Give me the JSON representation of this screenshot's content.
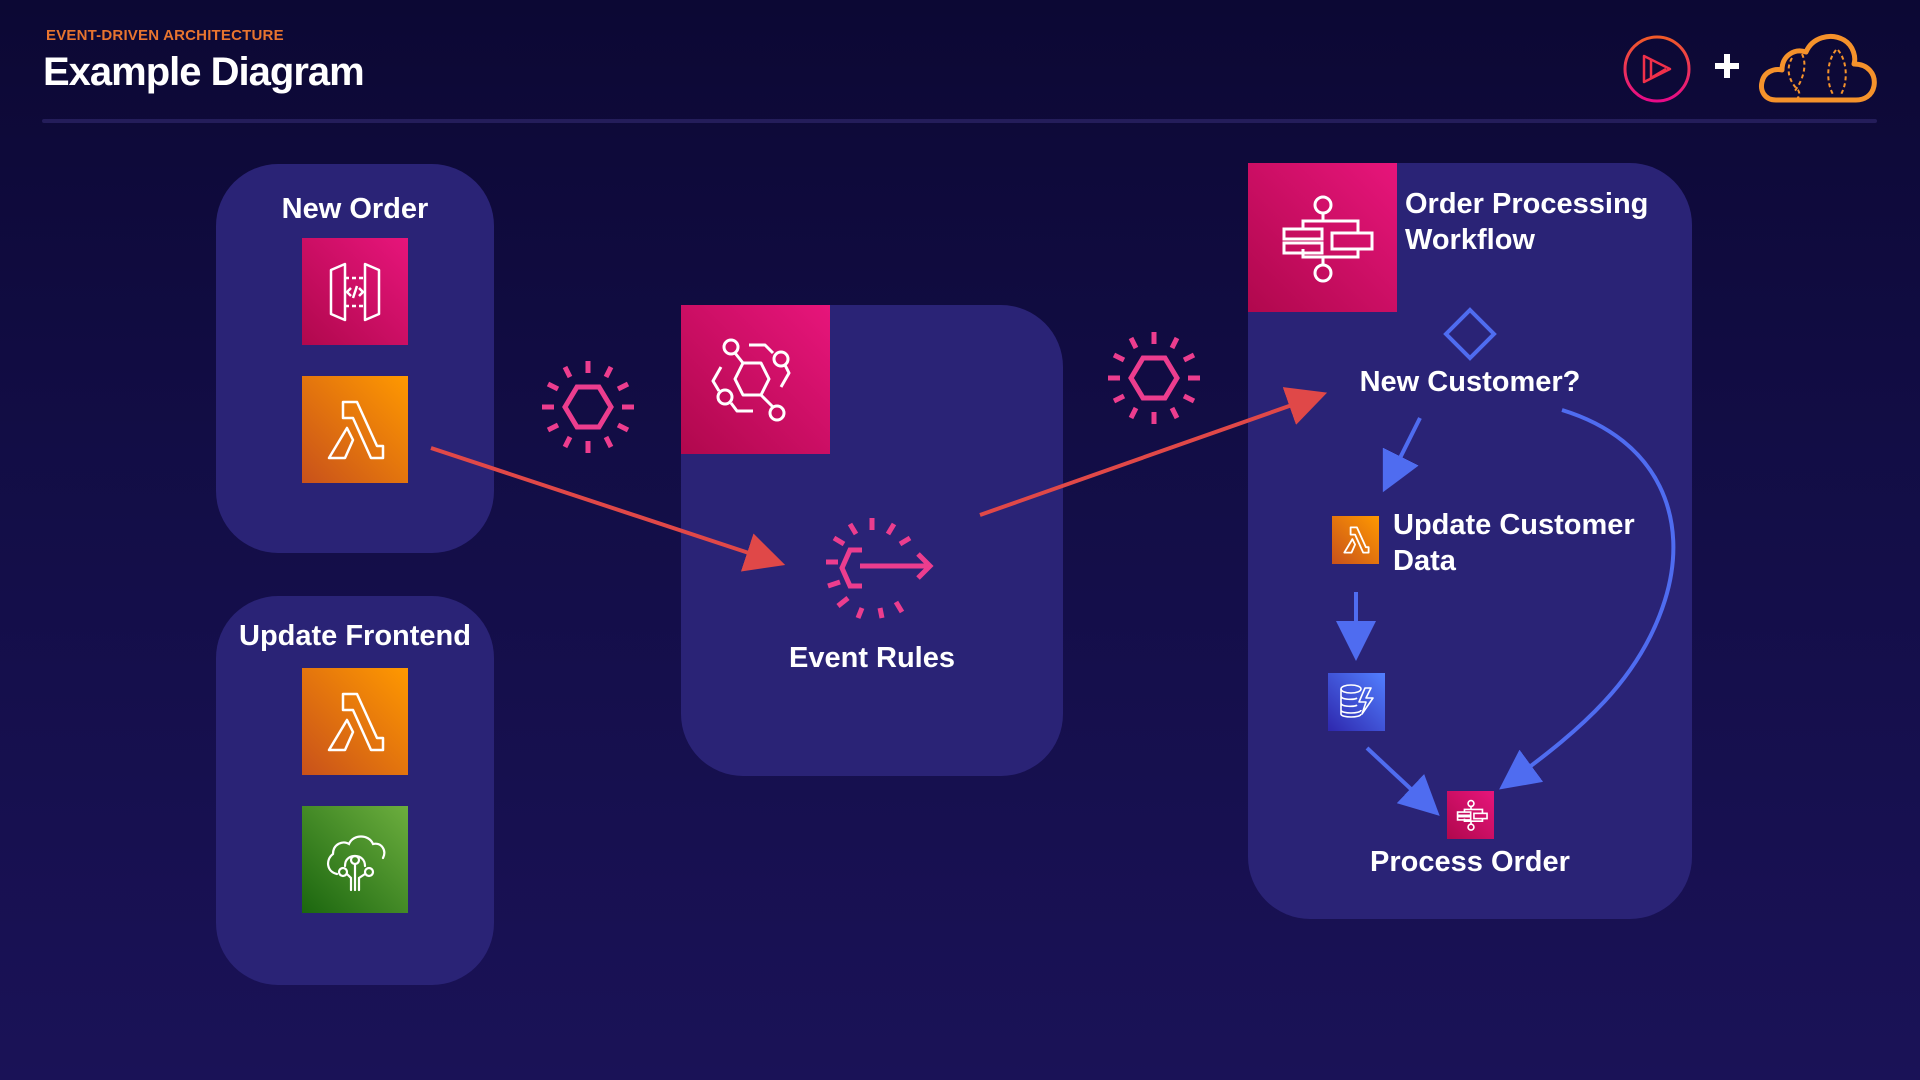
{
  "header": {
    "eyebrow": "EVENT-DRIVEN ARCHITECTURE",
    "title": "Example Diagram",
    "logos": [
      "pluralsight-play-icon",
      "plus-icon",
      "acloudguru-cloud-icon"
    ]
  },
  "colors": {
    "background": "#120d45",
    "panel": "#2a2376",
    "accent_orange": "#e8742f",
    "event_pink": "#ec3d8e",
    "arrow_red": "#e04848",
    "arrow_blue": "#4f6cf0"
  },
  "diagram": {
    "groups": [
      {
        "id": "new-order",
        "label": "New Order",
        "services": [
          "api-gateway-icon",
          "lambda-icon"
        ]
      },
      {
        "id": "update-frontend",
        "label": "Update Frontend",
        "services": [
          "lambda-icon",
          "amplify-icon"
        ]
      },
      {
        "id": "event-bus",
        "label": "Event Rules",
        "services": [
          "eventbridge-icon",
          "event-rule-icon"
        ]
      },
      {
        "id": "order-workflow",
        "label": "Order Processing Workflow",
        "label_lines": [
          "Order Processing",
          "Workflow"
        ],
        "services": [
          "step-functions-icon"
        ],
        "steps": {
          "choice": "New Customer?",
          "update_customer": "Update Customer Data",
          "update_customer_lines": [
            "Update Customer",
            "Data"
          ],
          "process_order": "Process Order"
        }
      }
    ],
    "events": [
      "event-icon",
      "event-icon"
    ],
    "edges": [
      {
        "from": "new-order.lambda",
        "to": "event-rules",
        "color": "red"
      },
      {
        "from": "event-rules",
        "to": "order-workflow",
        "color": "red"
      },
      {
        "from": "new-customer",
        "to": "update-customer-data",
        "color": "blue"
      },
      {
        "from": "update-customer-data",
        "to": "dynamodb",
        "color": "blue"
      },
      {
        "from": "dynamodb",
        "to": "process-order",
        "color": "blue"
      },
      {
        "from": "new-customer",
        "to": "process-order",
        "color": "blue"
      }
    ]
  }
}
